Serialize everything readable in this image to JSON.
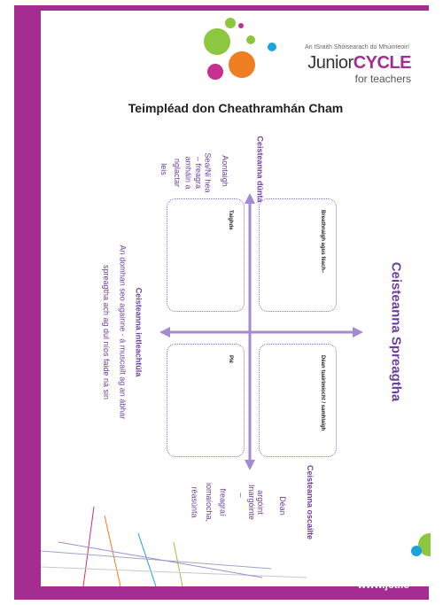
{
  "header": {
    "series_name": "An tSraith Shóisearach do Mhúinteoirí",
    "brand_junior": "Junior",
    "brand_cycle": "CYCLE",
    "brand_sub": "for teachers"
  },
  "title": "Teimpléad don Cheathramhán Cham",
  "axes": {
    "top_heading": "Ceisteanna dúnta",
    "top_lines": [
      "Aontaigh",
      "Sea/Ní hea",
      "– freagra",
      "amháin a",
      "nglactar",
      "leis"
    ],
    "right_heading": "Ceisteanna Spreagtha",
    "bottom_heading": "Ceisteanna oscailte",
    "bottom_lines_1": [
      "Déan",
      "argóint"
    ],
    "bottom_lines_2": [
      "Inargóinte",
      "–",
      "freagraí",
      "iomaíocha,",
      "réasúnta"
    ],
    "left_heading": "Ceisteanna intleachtúla",
    "left_line_1": "An domhan seo againne - á muscailt ag an ábhar",
    "left_line_2": "spreagtha ach ag dul níos faide ná sin"
  },
  "quadrants": {
    "top_left": "Taighde",
    "top_right": "Breathnaigh agus féach–",
    "bottom_left": "Plé",
    "bottom_right": "Déan tuairimíocht / samhlaigh"
  },
  "footer": {
    "url": "www.jct.ie"
  },
  "colors": {
    "frame": "#a52d91",
    "axis": "#a48ad3",
    "heading": "#6b3fa0",
    "dot_pink": "#c8308e",
    "dot_orange": "#ef7d22",
    "dot_green": "#8dc63f",
    "dot_blue": "#1ba3dd"
  }
}
